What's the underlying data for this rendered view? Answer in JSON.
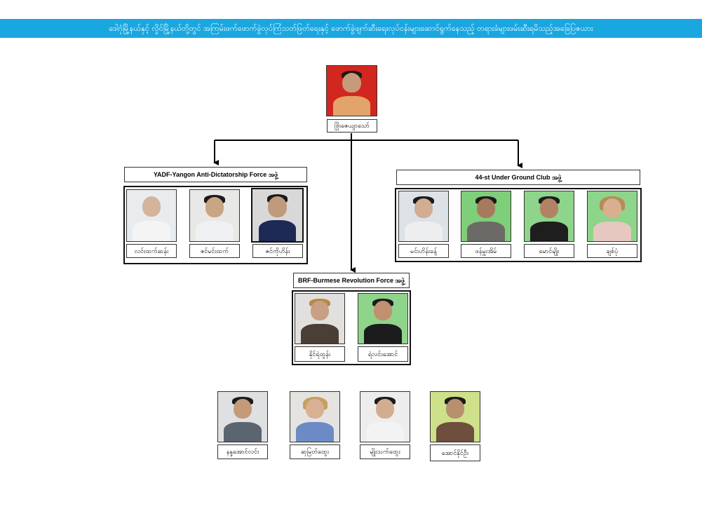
{
  "banner": {
    "title": "ဒေါဂုံမြို့နယ်နှင့် လှိုင်မြို့နယ်တို့တွင် အကြမ်းဖက်ဖောက်ခွဲလုပ်ကြံသတ်ဖြတ်ရေးနှင့် ဖောက်ခွဲဖျက်ဆီးရေးလုပ်ငန်းများဆောင်ရွက်နေသည့် တရားခံများဖမ်းဆီးရမိသည့်အခြေပြဇယား"
  },
  "leader": {
    "name": "ဖြိုးဇေယျာသော်"
  },
  "groups": {
    "yadf": {
      "title": "YADF-Yangon Anti-Dictatorship Force အဖွဲ့",
      "members": [
        "လင်းထက်ဆန်း",
        "ဇင်မင်းထက်",
        "ဇင်ကိုဟိန်း"
      ]
    },
    "club44": {
      "title": "44-st Under Ground Club အဖွဲ့",
      "members": [
        "မင်းဟိန်းခန့်",
        "ဖန်မှူးအိမ်",
        "မောင်မျိုး",
        "ချစ်ပုံ"
      ]
    },
    "brf": {
      "title": "BRF-Burmese Revolution Force အဖွဲ့",
      "members": [
        "နိုင်ရဲထွန်း",
        "ရဲလင်းအောင်"
      ]
    }
  },
  "others": [
    "နန္ဒအောင်လင်း",
    "ဆုမြတ်ထွေး",
    "မျိုးသက်ထွေး",
    "အောင်နိုင်ဦး"
  ]
}
